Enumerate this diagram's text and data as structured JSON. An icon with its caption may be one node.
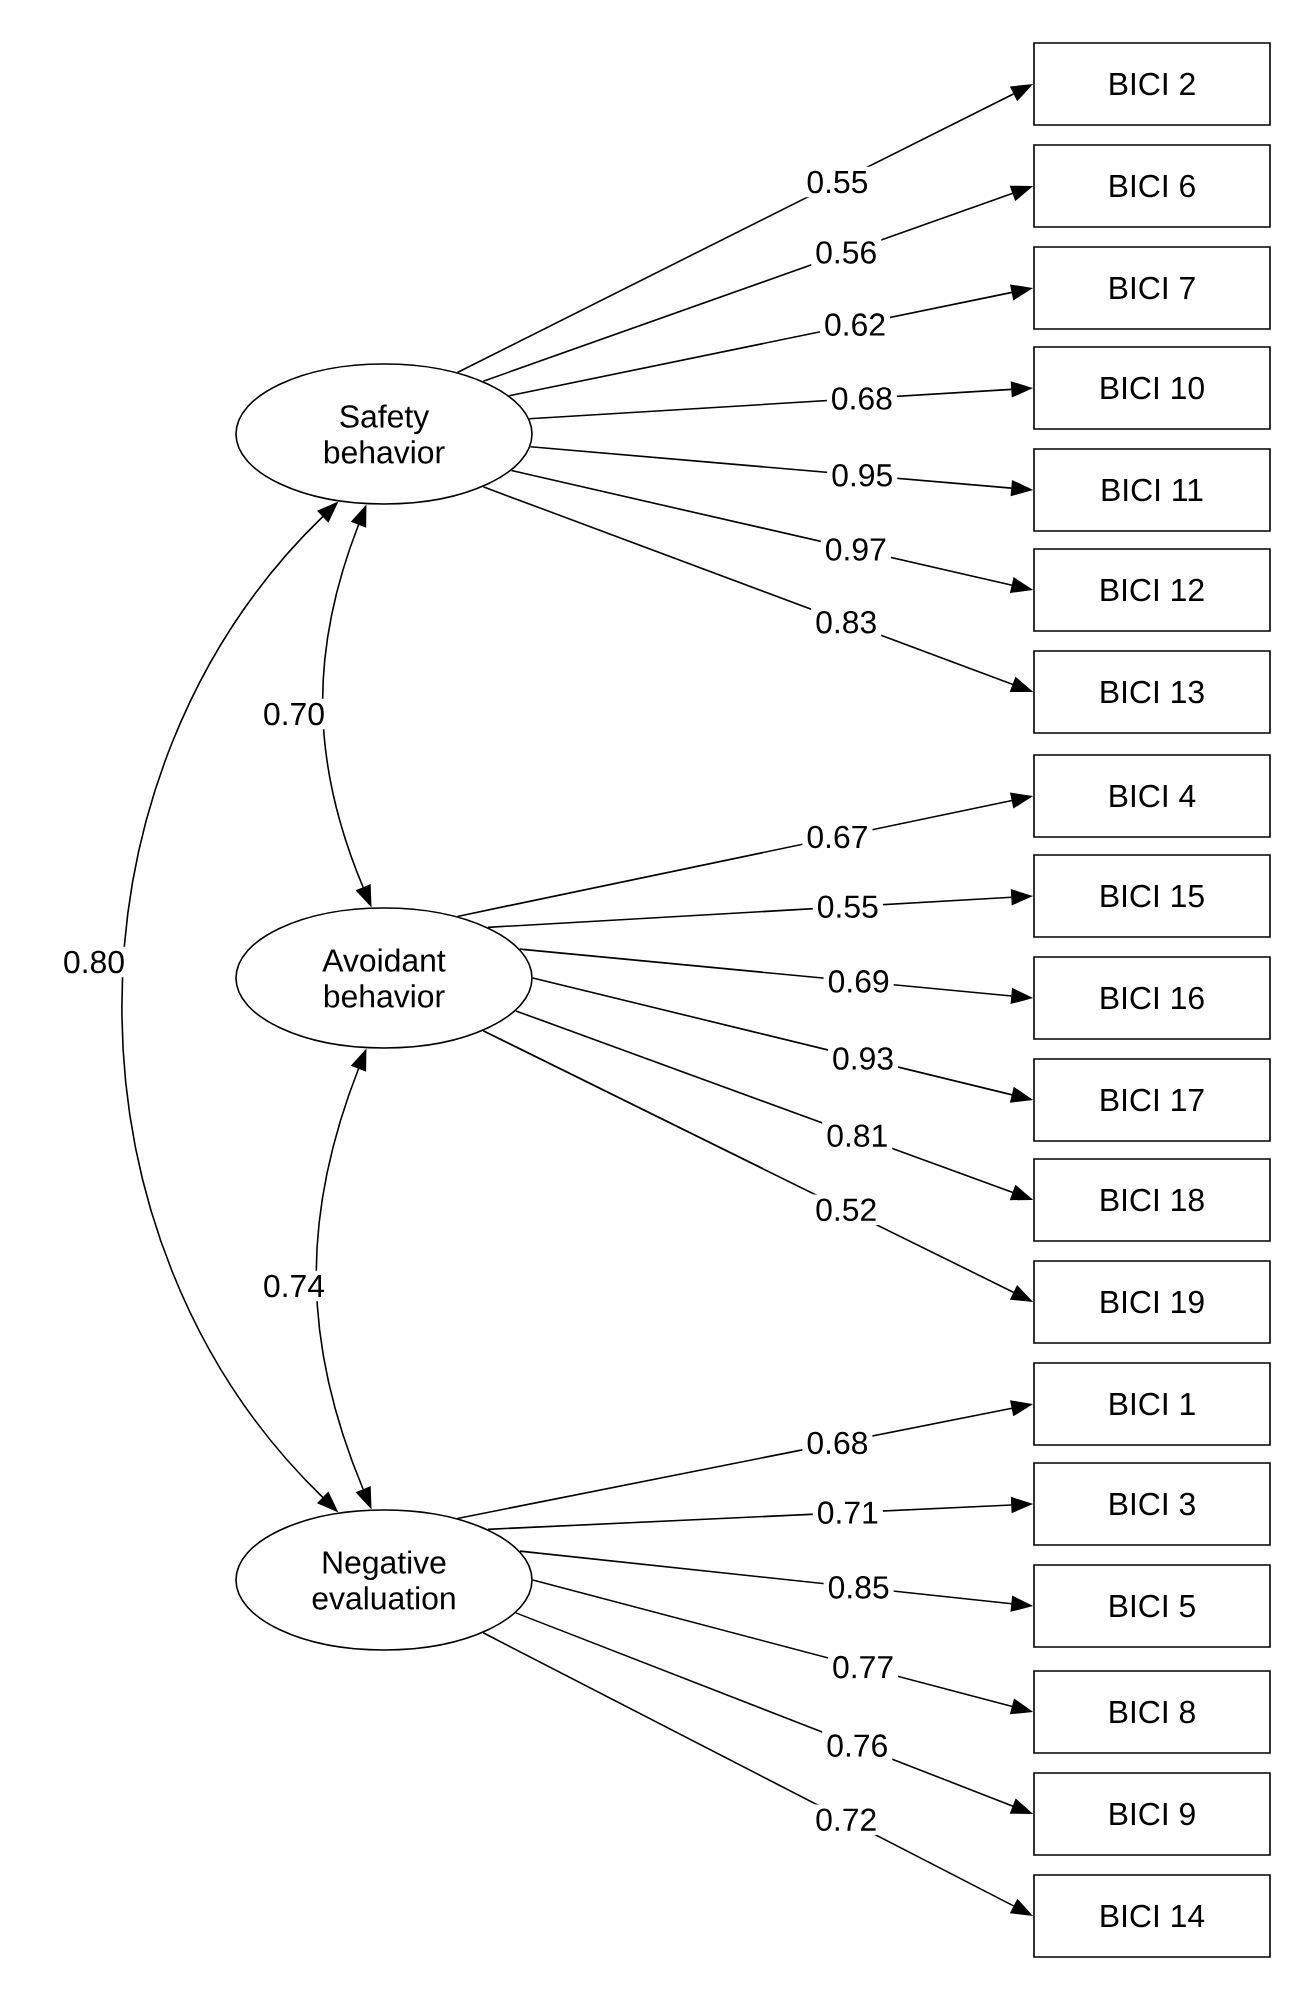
{
  "diagram": {
    "nodes": [
      {
        "text": [
          "Safety behavior"
        ]
      },
      {
        "text": [
          "BICI 2"
        ]
      },
      {
        "text": [
          "BICI 6"
        ]
      },
      {
        "text": [
          "BICI 7"
        ]
      },
      {
        "text": [
          "BICI 10"
        ]
      },
      {
        "text": [
          "BICI 11"
        ]
      },
      {
        "text": [
          "BICI 12"
        ]
      },
      {
        "text": [
          "BICI 13"
        ]
      },
      {
        "text": [
          "Avoidant behavior"
        ]
      },
      {
        "text": [
          "BICI 4"
        ]
      },
      {
        "text": [
          "BICI 15"
        ]
      },
      {
        "text": [
          "BICI 16"
        ]
      },
      {
        "text": [
          "BICI 17"
        ]
      },
      {
        "text": [
          "BICI 18"
        ]
      },
      {
        "text": [
          "BICI 19"
        ]
      },
      {
        "text": [
          "Negative evaluation"
        ]
      },
      {
        "text": [
          "BICI 1"
        ]
      },
      {
        "text": [
          "BICI 3"
        ]
      },
      {
        "text": [
          "BICI 5"
        ]
      },
      {
        "text": [
          "BICI 8"
        ]
      },
      {
        "text": [
          "BICI 9"
        ]
      },
      {
        "text": [
          "BICI 14"
        ]
      }
    ],
    "edges": [
      {
        "from": 0,
        "to": 1,
        "arrow": "to",
        "label": "0.55"
      },
      {
        "from": 0,
        "to": 2,
        "arrow": "to",
        "label": "0.56"
      },
      {
        "from": 0,
        "to": 3,
        "arrow": "to",
        "label": "0.62"
      },
      {
        "from": 0,
        "to": 4,
        "arrow": "to",
        "label": "0.68"
      },
      {
        "from": 0,
        "to": 5,
        "arrow": "to",
        "label": "0.95"
      },
      {
        "from": 0,
        "to": 6,
        "arrow": "to",
        "label": "0.97"
      },
      {
        "from": 0,
        "to": 7,
        "arrow": "to",
        "label": "0.83"
      },
      {
        "from": 8,
        "to": 9,
        "arrow": "to",
        "label": "0.67"
      },
      {
        "from": 8,
        "to": 10,
        "arrow": "to",
        "label": "0.55"
      },
      {
        "from": 8,
        "to": 11,
        "arrow": "to",
        "label": "0.69"
      },
      {
        "from": 8,
        "to": 12,
        "arrow": "to",
        "label": "0.93"
      },
      {
        "from": 8,
        "to": 13,
        "arrow": "to",
        "label": "0.81"
      },
      {
        "from": 8,
        "to": 14,
        "arrow": "to",
        "label": "0.52"
      },
      {
        "from": 15,
        "to": 16,
        "arrow": "to",
        "label": "0.68"
      },
      {
        "from": 15,
        "to": 17,
        "arrow": "to",
        "label": "0.71"
      },
      {
        "from": 15,
        "to": 18,
        "arrow": "to",
        "label": "0.85"
      },
      {
        "from": 15,
        "to": 19,
        "arrow": "to",
        "label": "0.77"
      },
      {
        "from": 15,
        "to": 20,
        "arrow": "to",
        "label": "0.76"
      },
      {
        "from": 15,
        "to": 21,
        "arrow": "to",
        "label": "0.72"
      },
      {
        "from": 0,
        "to": 8,
        "arrow": "both",
        "label": "0.70"
      },
      {
        "from": 8,
        "to": 15,
        "arrow": "both",
        "label": "0.74"
      },
      {
        "from": 0,
        "to": 15,
        "arrow": "both",
        "label": "0.80"
      }
    ]
  }
}
